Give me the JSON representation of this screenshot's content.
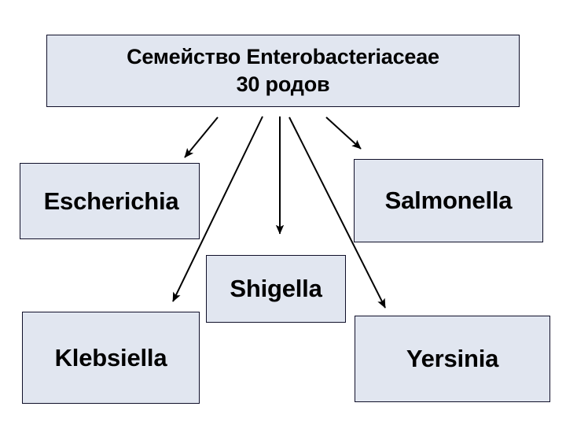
{
  "slide": {
    "background_color": "#ffffff",
    "node_fill_color": "#e1e6f0",
    "node_border_color": "#10102a",
    "text_color": "#000000",
    "arrow_color": "#000000"
  },
  "root": {
    "line1": "Семейство Enterobacteriaceae",
    "line2": "30 родов",
    "full_text": "Семейство Enterobacteriaceae 30 родов"
  },
  "genera": [
    {
      "id": "escherichia",
      "label": "Escherichia"
    },
    {
      "id": "salmonella",
      "label": "Salmonella"
    },
    {
      "id": "shigella",
      "label": "Shigella"
    },
    {
      "id": "klebsiella",
      "label": "Klebsiella"
    },
    {
      "id": "yersinia",
      "label": "Yersinia"
    }
  ],
  "edges": [
    {
      "from": "root",
      "to": "escherichia"
    },
    {
      "from": "root",
      "to": "salmonella"
    },
    {
      "from": "root",
      "to": "shigella"
    },
    {
      "from": "root",
      "to": "klebsiella"
    },
    {
      "from": "root",
      "to": "yersinia"
    }
  ]
}
